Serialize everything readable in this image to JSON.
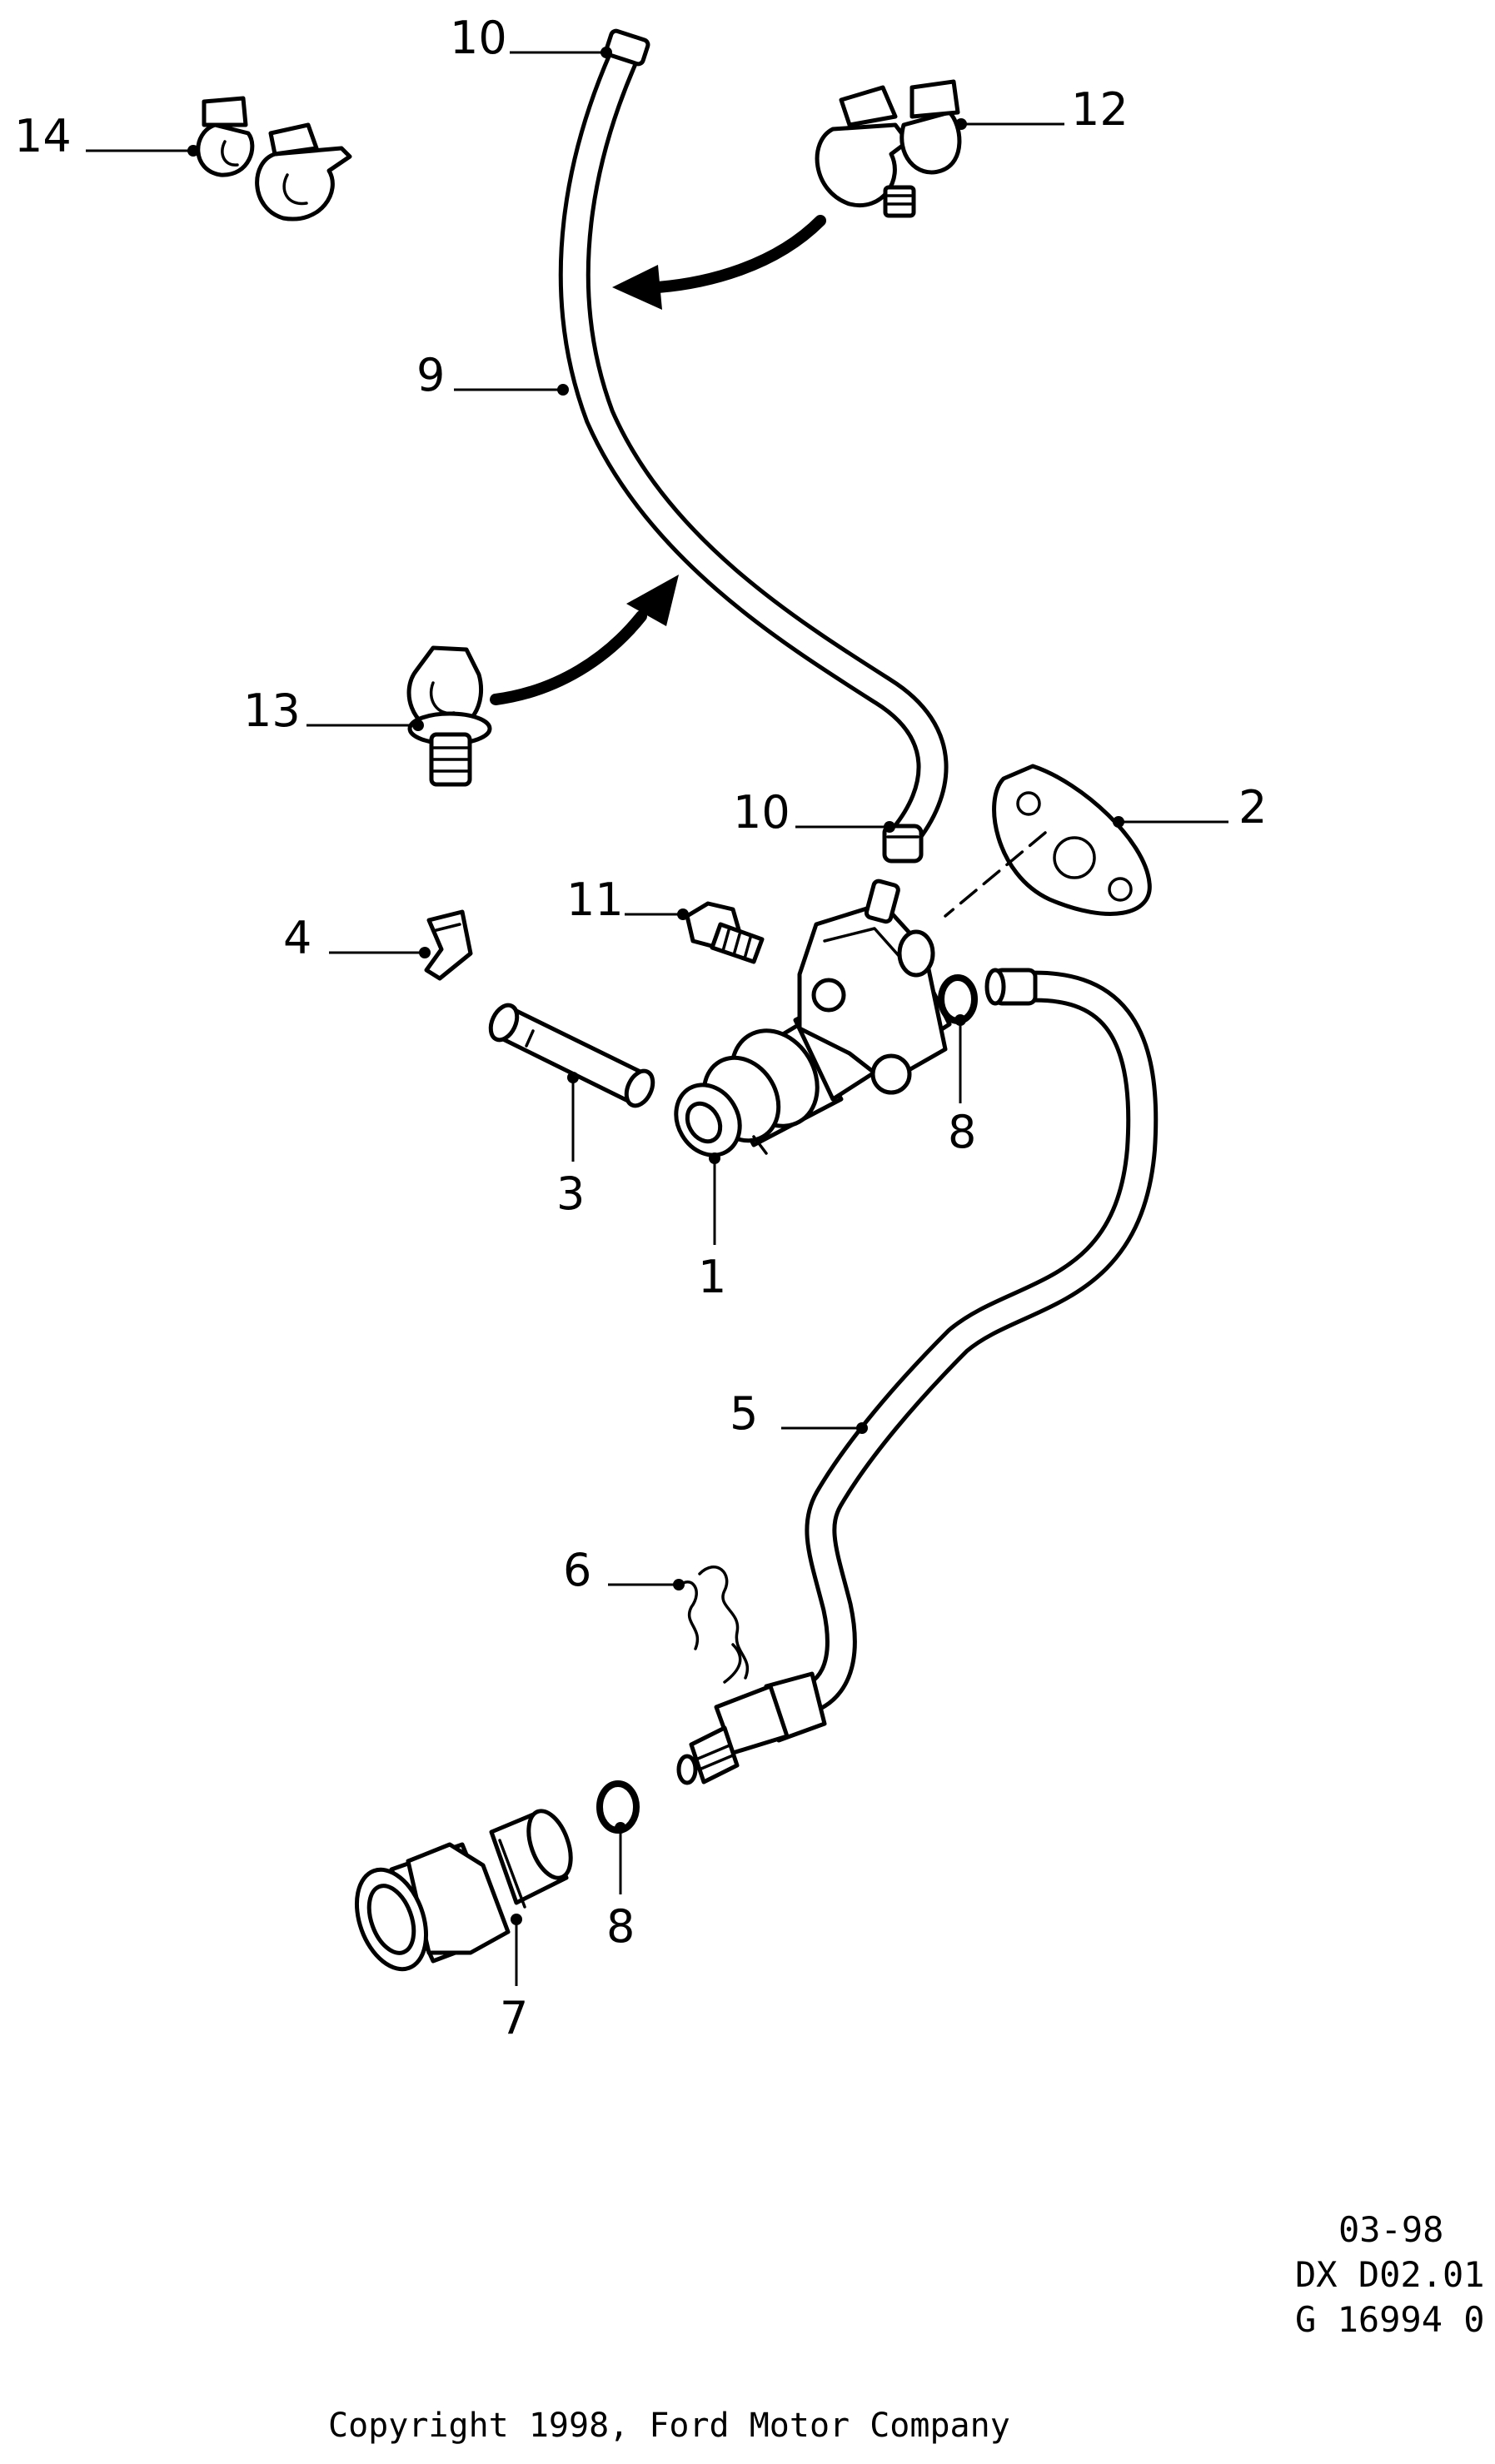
{
  "callouts": {
    "c1": "1",
    "c2": "2",
    "c3": "3",
    "c4": "4",
    "c5": "5",
    "c6": "6",
    "c7": "7",
    "c8a": "8",
    "c8b": "8",
    "c9": "9",
    "c10a": "10",
    "c10b": "10",
    "c11": "11",
    "c12": "12",
    "c13": "13",
    "c14": "14"
  },
  "meta": {
    "date": "03-98",
    "code": "DX D02.01",
    "ref": "G 16994 0"
  },
  "copyright": "Copyright 1998, Ford Motor Company"
}
